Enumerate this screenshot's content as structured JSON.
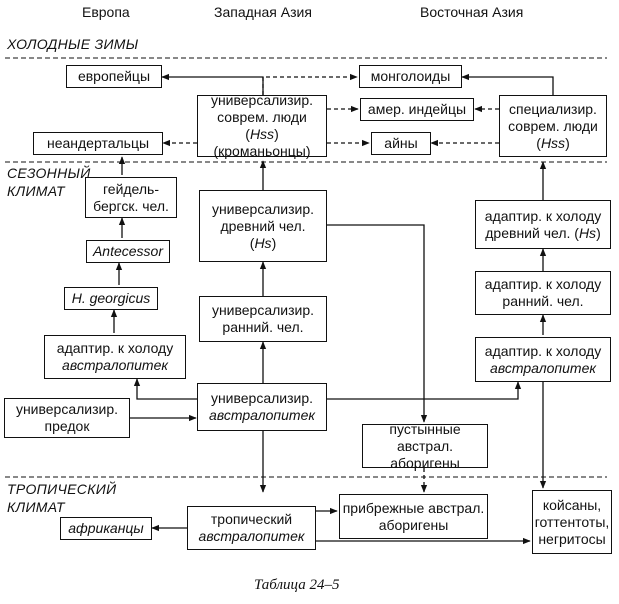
{
  "columns": {
    "europe": "Европа",
    "west_asia": "Западная Азия",
    "east_asia": "Восточная Азия"
  },
  "zones": {
    "cold": "ХОЛОДНЫЕ ЗИМЫ",
    "seasonal": "СЕЗОННЫЙ\nКЛИМАТ",
    "tropical": "ТРОПИЧЕСКИЙ\nКЛИМАТ"
  },
  "boxes": {
    "europeans": "европейцы",
    "mongoloids": "монголоиды",
    "neanderthals": "неандертальцы",
    "amerindians": "амер. индейцы",
    "ainu": "айны",
    "universal_modern_1": "универсализир.",
    "universal_modern_2a": "соврем. люди (",
    "universal_modern_2b": "Hss",
    "universal_modern_2c": ")",
    "universal_modern_3": "(кроманьонцы)",
    "special_modern_1": "специализир.",
    "special_modern_2": "соврем. люди",
    "special_modern_3a": "(",
    "special_modern_3b": "Hss",
    "special_modern_3c": ")",
    "heidelberg": "гейдель-\nбергск. чел.",
    "antecessor": "Antecessor",
    "georgicus": "H. georgicus",
    "cold_austral_eu_1": "адаптир. к холоду",
    "cold_austral_eu_2": "австралопитек",
    "universal_ancient_1": "универсализир.",
    "universal_ancient_2": "древний чел.",
    "universal_ancient_3a": "(",
    "universal_ancient_3b": "Hs",
    "universal_ancient_3c": ")",
    "universal_early": "универсализир.\nранний. чел.",
    "universal_austral_1": "универсализир.",
    "universal_austral_2": "австралопитек",
    "universal_ancestor": "универсализир.\nпредок",
    "cold_ancient_1": "адаптир. к холоду",
    "cold_ancient_2a": "древний чел. (",
    "cold_ancient_2b": "Hs",
    "cold_ancient_2c": ")",
    "cold_early": "адаптир. к холоду\nранний. чел.",
    "cold_austral_ea_1": "адаптир. к холоду",
    "cold_austral_ea_2": "австралопитек",
    "desert_aborigines": "пустынные австрал.\nаборигены",
    "africans": "африканцы",
    "tropical_austral_1": "тропический",
    "tropical_austral_2": "австралопитек",
    "coastal_aborigines": "прибрежные австрал.\nаборигены",
    "khoisan": "койсаны,\nготтентоты,\nнегритосы"
  },
  "caption": "Таблица 24–5"
}
